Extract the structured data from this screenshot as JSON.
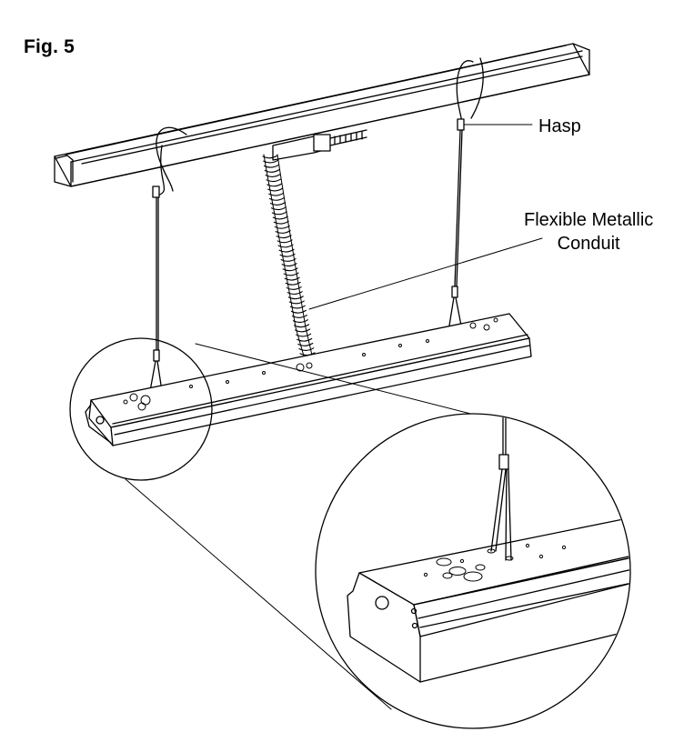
{
  "figure": {
    "label": "Fig. 5"
  },
  "callouts": {
    "hasp": "Hasp",
    "conduit_line1": "Flexible Metallic",
    "conduit_line2": "Conduit"
  },
  "colors": {
    "stroke": "#000000",
    "background": "#ffffff"
  }
}
